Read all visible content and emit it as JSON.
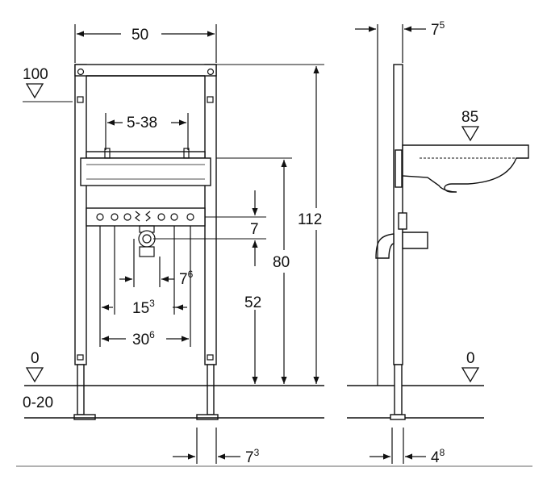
{
  "colors": {
    "ink": "#111111",
    "paper": "#ffffff",
    "panel": "#e9e9e9"
  },
  "dimensions": {
    "frame_width": "50",
    "fixing_range": "5-38",
    "total_height": "112",
    "basin_height": "80",
    "outlet_height": "52",
    "supply_offset": "7",
    "pipe_spacing_a_base": "7",
    "pipe_spacing_a_sup": "6",
    "pipe_spacing_b_base": "15",
    "pipe_spacing_b_sup": "3",
    "pipe_spacing_c_base": "30",
    "pipe_spacing_c_sup": "6",
    "foot_width_base": "7",
    "foot_width_sup": "3",
    "side_depth_base": "7",
    "side_depth_sup": "5",
    "side_foot_base": "4",
    "side_foot_sup": "8"
  },
  "levels": {
    "top_mark": "100",
    "floor_mark_front": "0",
    "floor_adjust": "0-20",
    "basin_mark": "85",
    "floor_mark_side": "0"
  }
}
